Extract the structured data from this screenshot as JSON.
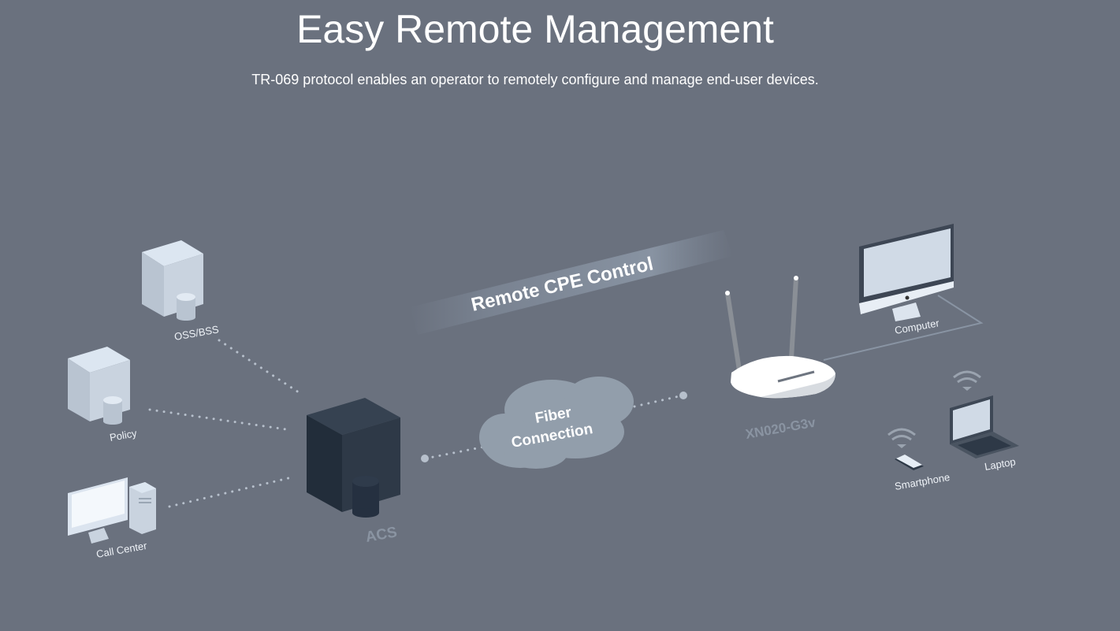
{
  "header": {
    "title": "Easy Remote Management",
    "subtitle": "TR-069 protocol enables an operator to remotely configure and manage end-user devices."
  },
  "diagram": {
    "banner": "Remote CPE Control",
    "cloud": {
      "line1": "Fiber",
      "line2": "Connection"
    },
    "nodes": {
      "oss_bss": "OSS/BSS",
      "policy": "Policy",
      "call_center": "Call Center",
      "acs": "ACS",
      "router": "XN020-G3v",
      "computer": "Computer",
      "smartphone": "Smartphone",
      "laptop": "Laptop"
    },
    "icons": {
      "server": "server-icon",
      "database": "database-icon",
      "desktop": "desktop-computer-icon",
      "router": "wifi-router-icon",
      "monitor": "monitor-icon",
      "laptop": "laptop-icon",
      "phone": "smartphone-icon",
      "wifi": "wifi-icon",
      "cloud": "cloud-icon"
    },
    "colors": {
      "background": "#6a717e",
      "light_device": "#c9d3df",
      "dark_server": "#2e3947",
      "cloud": "#929eab",
      "label_muted": "#8a94a2"
    }
  }
}
